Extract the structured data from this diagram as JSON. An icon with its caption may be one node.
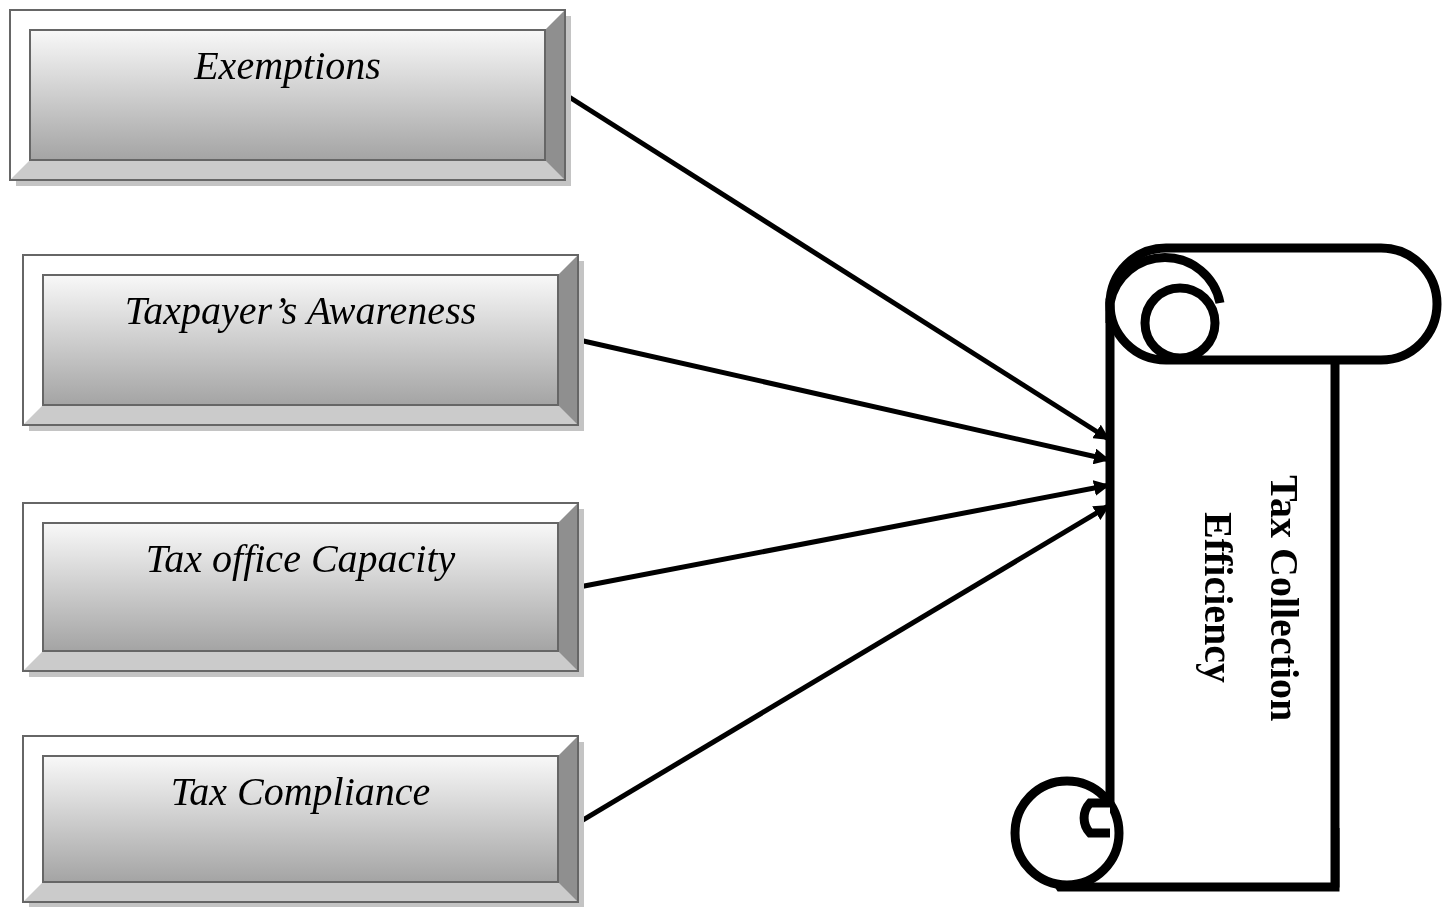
{
  "diagram": {
    "nodes": [
      {
        "text": [
          "Exemptions"
        ]
      },
      {
        "text": [
          "Taxpayer’s Awareness"
        ]
      },
      {
        "text": [
          "Tax office Capacity"
        ]
      },
      {
        "text": [
          "Tax Compliance"
        ]
      },
      {
        "text": [
          "Tax Collection Efficiency"
        ]
      }
    ],
    "edges": [
      {
        "from": 0,
        "to": 4,
        "arrow": "to"
      },
      {
        "from": 1,
        "to": 4,
        "arrow": "to"
      },
      {
        "from": 2,
        "to": 4,
        "arrow": "to"
      },
      {
        "from": 3,
        "to": 4,
        "arrow": "to"
      }
    ]
  }
}
